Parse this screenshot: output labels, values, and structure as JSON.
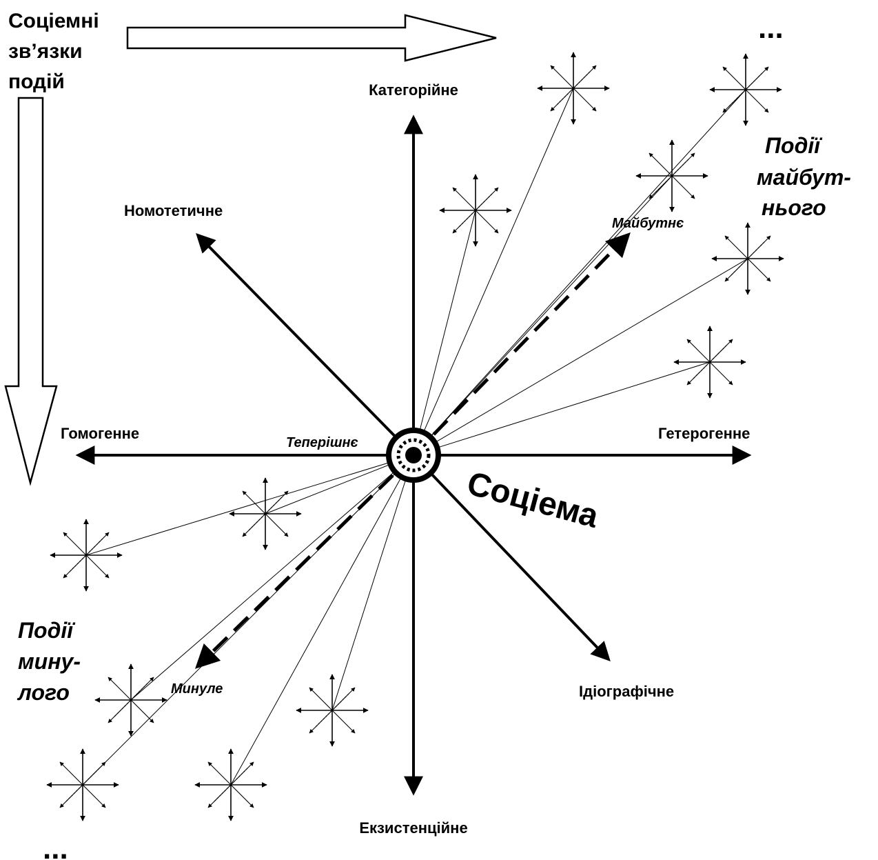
{
  "title_lines": [
    "Соціемні",
    "зв’язки",
    "подій"
  ],
  "axes": {
    "top": "Категорійне",
    "bottom": "Екзистенційне",
    "left": "Гомогенне",
    "right": "Гетерогенне",
    "upper_left": "Номотетичне",
    "lower_right": "Ідіографічне"
  },
  "center_label": "Соціема",
  "present_label": "Теперішнє",
  "future_label": "Майбутнє",
  "past_label": "Минуле",
  "future_events_lines": [
    "Події",
    "майбут-",
    "нього"
  ],
  "past_events_lines": [
    "Події",
    "мину-",
    "лого"
  ],
  "ellipsis_top": "...",
  "ellipsis_bottom": "..."
}
